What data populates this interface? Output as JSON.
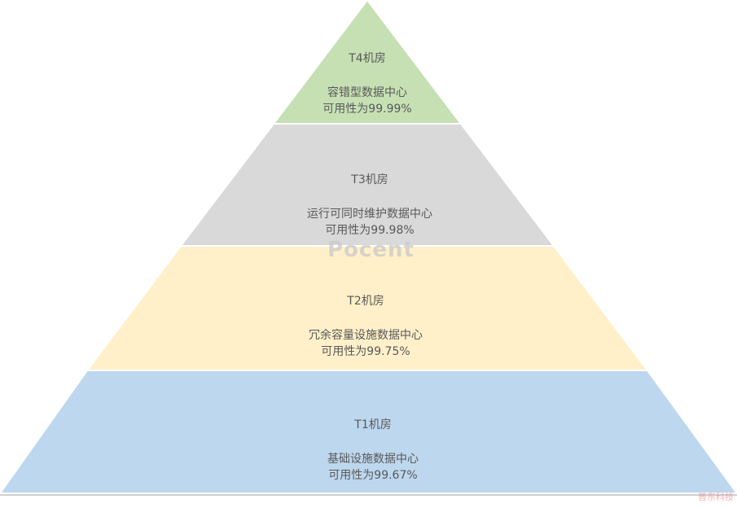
{
  "tiers": [
    {
      "id": "t4",
      "title": "T4机房",
      "desc": "容错型数据中心",
      "availability": "可用性为99.99%",
      "color": "#c6e0b4"
    },
    {
      "id": "t3",
      "title": "T3机房",
      "desc": "运行可同时维护数据中心",
      "availability": "可用性为99.98%",
      "color": "#d9d9d9"
    },
    {
      "id": "t2",
      "title": "T2机房",
      "desc": "冗余容量设施数据中心",
      "availability": "可用性为99.75%",
      "color": "#fff0c9"
    },
    {
      "id": "t1",
      "title": "T1机房",
      "desc": "基础设施数据中心",
      "availability": "可用性为99.67%",
      "color": "#bdd7ee"
    }
  ],
  "watermark": "Pocent",
  "corner_mark": "普东科技"
}
